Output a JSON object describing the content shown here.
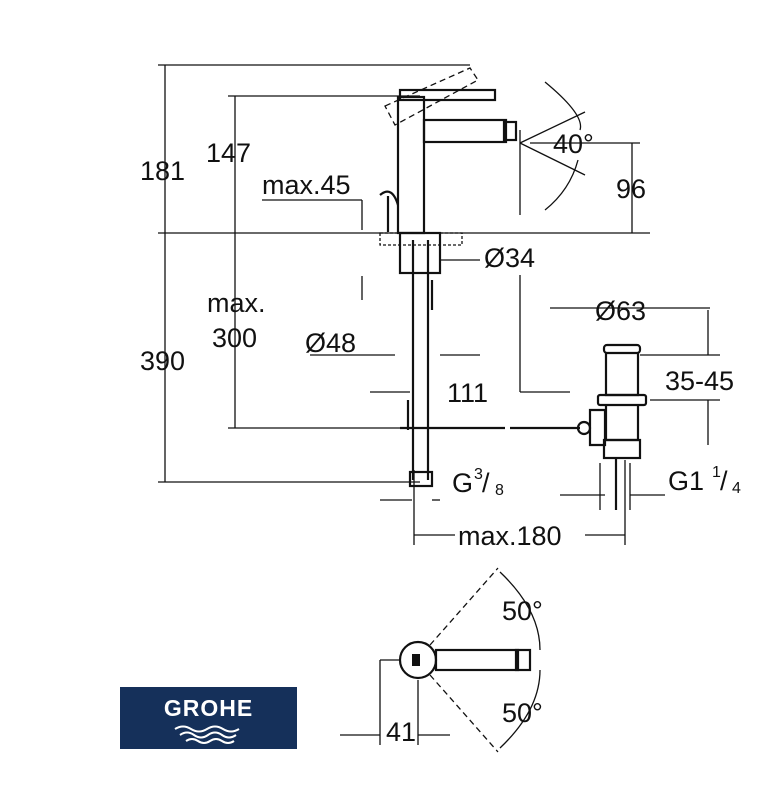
{
  "brand": {
    "name": "GROHE",
    "color": "#15305a"
  },
  "dimensions": {
    "height_total": "181",
    "height_spout": "147",
    "max_deck": "max.45",
    "angle_spout": "40°",
    "spout_height": "96",
    "hole_dia": "Ø34",
    "max_label": "max.",
    "max_300": "300",
    "waste_dia": "Ø63",
    "below_deck": "390",
    "base_dia": "Ø48",
    "waste_range": "35-45",
    "offset": "111",
    "g_label": "G",
    "g_num": "3",
    "g_den": "8",
    "g1_label": "G1",
    "g1_num": "1",
    "g1_den": "4",
    "max_180": "max.180",
    "angle_top": "50°",
    "dim_41": "41",
    "angle_bottom": "50°"
  }
}
